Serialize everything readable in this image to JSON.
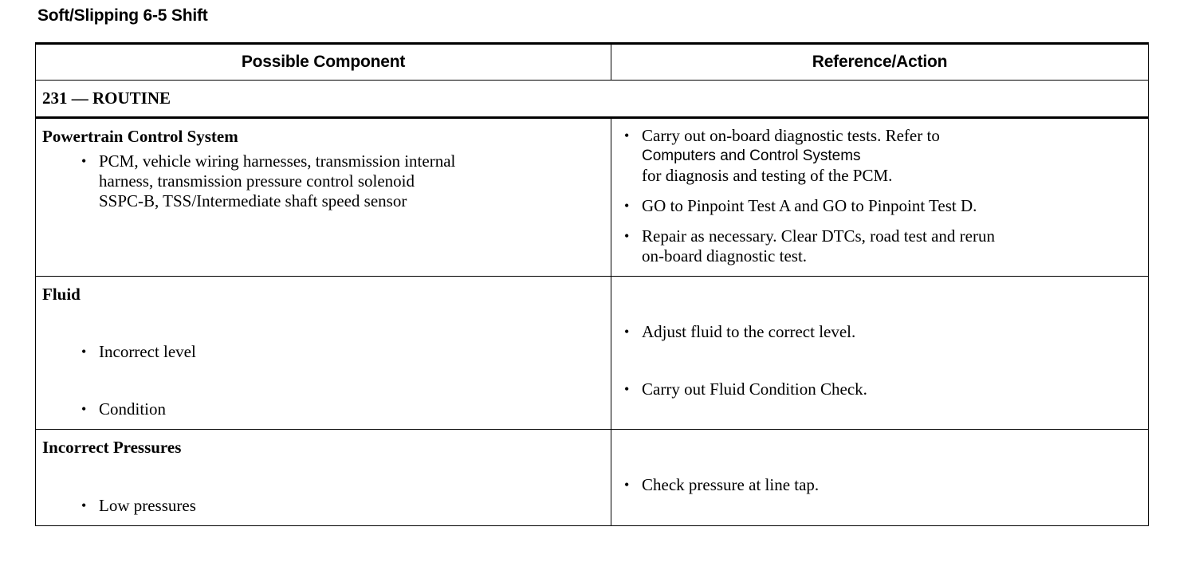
{
  "document": {
    "title": "Soft/Slipping 6-5 Shift"
  },
  "table": {
    "headers": {
      "component": "Possible Component",
      "reference": "Reference/Action"
    },
    "section_label": "231 — ROUTINE",
    "rows": [
      {
        "component_heading": "Powertrain Control System",
        "component_bullets": [
          {
            "lines": [
              {
                "text": "PCM, vehicle wiring harnesses, transmission internal",
                "style": "serif"
              },
              {
                "text": "harness, transmission pressure control solenoid",
                "style": "serif"
              },
              {
                "text": "SSPC-B, TSS/Intermediate shaft speed sensor",
                "style": "serif"
              }
            ]
          }
        ],
        "reference_bullets": [
          {
            "lines": [
              {
                "text": "Carry out on-board diagnostic tests. Refer to",
                "style": "serif"
              },
              {
                "text": "Computers and Control Systems",
                "style": "sans"
              },
              {
                "text": "for diagnosis and testing of the PCM.",
                "style": "serif"
              }
            ]
          },
          {
            "lines": [
              {
                "text": "GO to Pinpoint Test A and GO to Pinpoint Test D.",
                "style": "serif"
              }
            ]
          },
          {
            "lines": [
              {
                "text": "Repair as necessary. Clear DTCs, road test and rerun",
                "style": "serif"
              },
              {
                "text": "on-board diagnostic test.",
                "style": "serif"
              }
            ]
          }
        ]
      },
      {
        "component_heading": "Fluid",
        "component_bullets": [
          {
            "lines": [
              {
                "text": "Incorrect level",
                "style": "serif"
              }
            ]
          },
          {
            "lines": [
              {
                "text": "Condition",
                "style": "serif"
              }
            ]
          }
        ],
        "reference_bullets": [
          {
            "lines": [
              {
                "text": "Adjust fluid to the correct level.",
                "style": "serif"
              }
            ]
          },
          {
            "lines": [
              {
                "text": "Carry out Fluid Condition Check.",
                "style": "serif"
              }
            ]
          }
        ]
      },
      {
        "component_heading": "Incorrect Pressures",
        "component_bullets": [
          {
            "lines": [
              {
                "text": "Low pressures",
                "style": "serif"
              }
            ]
          }
        ],
        "reference_bullets": [
          {
            "lines": [
              {
                "text": "Check pressure at line tap.",
                "style": "serif"
              }
            ]
          }
        ]
      }
    ]
  },
  "colors": {
    "text": "#000000",
    "background": "#ffffff",
    "border": "#000000"
  }
}
